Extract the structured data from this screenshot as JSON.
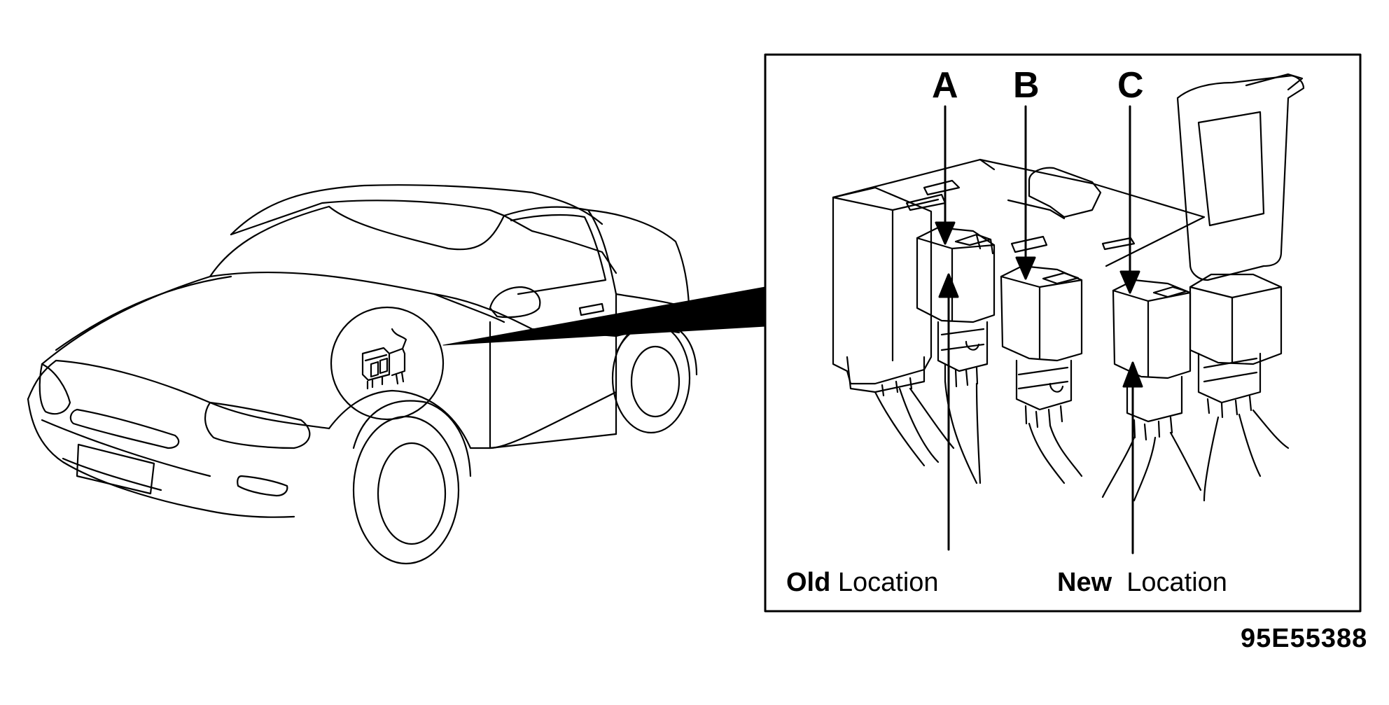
{
  "inset": {
    "label_a": "A",
    "label_b": "B",
    "label_c": "C",
    "old_location_bold": "Old",
    "old_location_rest": "Location",
    "new_location_bold": "New",
    "new_location_rest": "Location"
  },
  "figure_code": "95E55388"
}
